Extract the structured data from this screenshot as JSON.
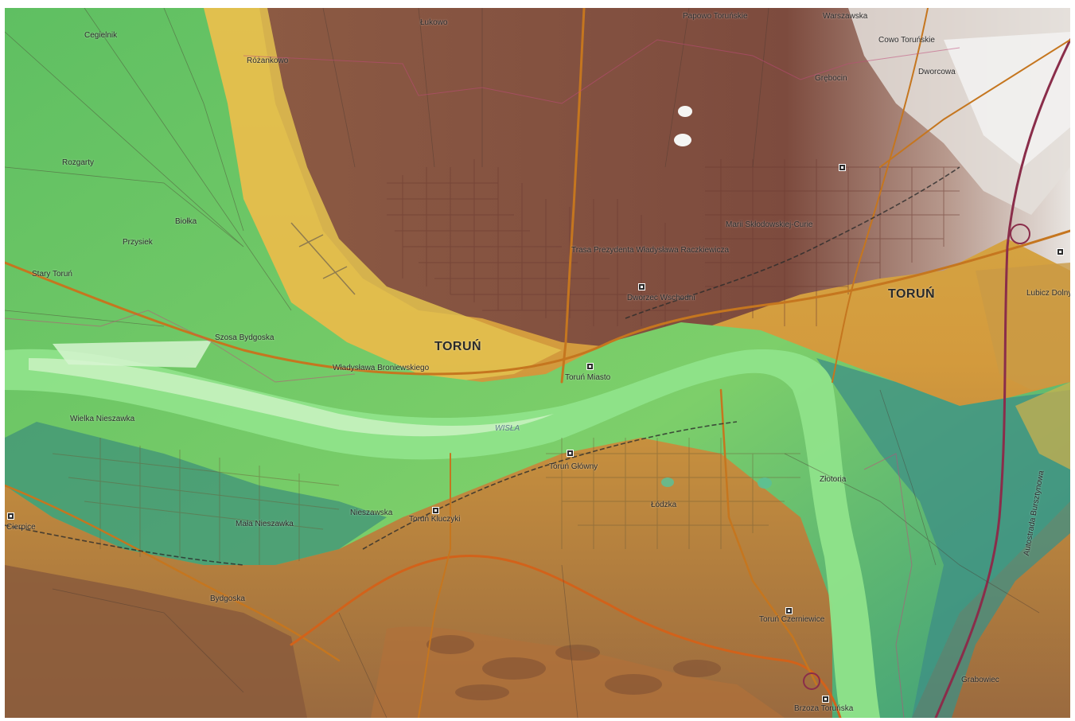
{
  "map": {
    "city_labels": [
      "TORUŃ",
      "TORUŃ"
    ],
    "river_label": "WISŁA",
    "place_labels": [
      "Cegielnik",
      "Różankowo",
      "Łukowo",
      "Papowo Toruńskie",
      "Warszawska",
      "Cowo Toruńskie",
      "Dworcowa",
      "Grębocin",
      "Rozgarty",
      "Biołka",
      "Przysiek",
      "Stary Toruń",
      "Szosa Bydgoska",
      "Władysława Broniewskiego",
      "Dworzec Wschodni",
      "Trasa Prezydenta Władysława Raczkiewicza",
      "Marii Skłodowskiej-Curie",
      "Lubicz Dolny",
      "Toruń Miasto",
      "Wielka Nieszawka",
      "Toruń Główny",
      "Toruń Kluczyki",
      "Nieszawska",
      "Mała Nieszawka",
      "Cierpice",
      "Złotoria",
      "Toruń Czerniewice",
      "Brzoza Toruńska",
      "Bydgoska",
      "Grabowiec",
      "Łódzka",
      "Autostrada Bursztynowa"
    ],
    "stations": [
      "Dworzec Wschodni",
      "Toruń Miasto",
      "Toruń Główny",
      "Toruń Kluczyki",
      "Cierpice",
      "Toruń Czerniewice",
      "Brzoza Toruńska",
      "Grębocin",
      "Lubicz"
    ]
  }
}
